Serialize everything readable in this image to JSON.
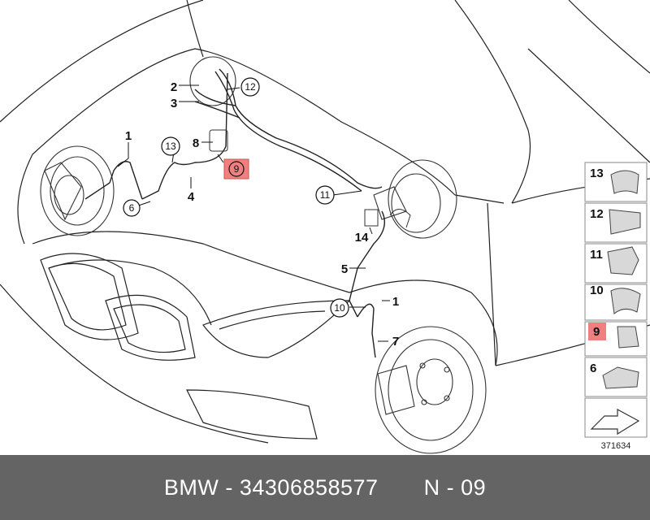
{
  "diagram": {
    "callouts": {
      "c1_top": "1",
      "c1_front": "1",
      "c2": "2",
      "c3": "3",
      "c4": "4",
      "c5": "5",
      "c6": "6",
      "c7": "7",
      "c8": "8",
      "c9": "9",
      "c10": "10",
      "c11": "11",
      "c12": "12",
      "c13": "13",
      "c14": "14"
    },
    "legend": [
      "13",
      "12",
      "11",
      "10",
      "9",
      "6"
    ],
    "highlight_color": "#f08080",
    "reference_number": "371634"
  },
  "footer": {
    "brand": "BMW",
    "sep1": " - ",
    "part_number": "34306858577",
    "gap": "       ",
    "position": "N - 09"
  }
}
